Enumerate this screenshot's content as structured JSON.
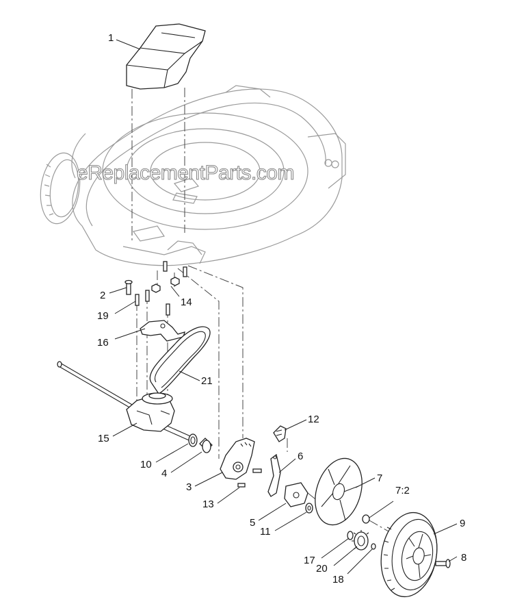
{
  "watermark": "eReplacementParts.com",
  "callouts": {
    "p1": "1",
    "p2": "2",
    "p3": "3",
    "p4": "4",
    "p5": "5",
    "p6": "6",
    "p7": "7",
    "p7_2": "7:2",
    "p8": "8",
    "p9": "9",
    "p10": "10",
    "p11": "11",
    "p12": "12",
    "p13": "13",
    "p14": "14",
    "p15": "15",
    "p16": "16",
    "p17": "17",
    "p18": "18",
    "p19": "19",
    "p20": "20",
    "p21": "21"
  }
}
